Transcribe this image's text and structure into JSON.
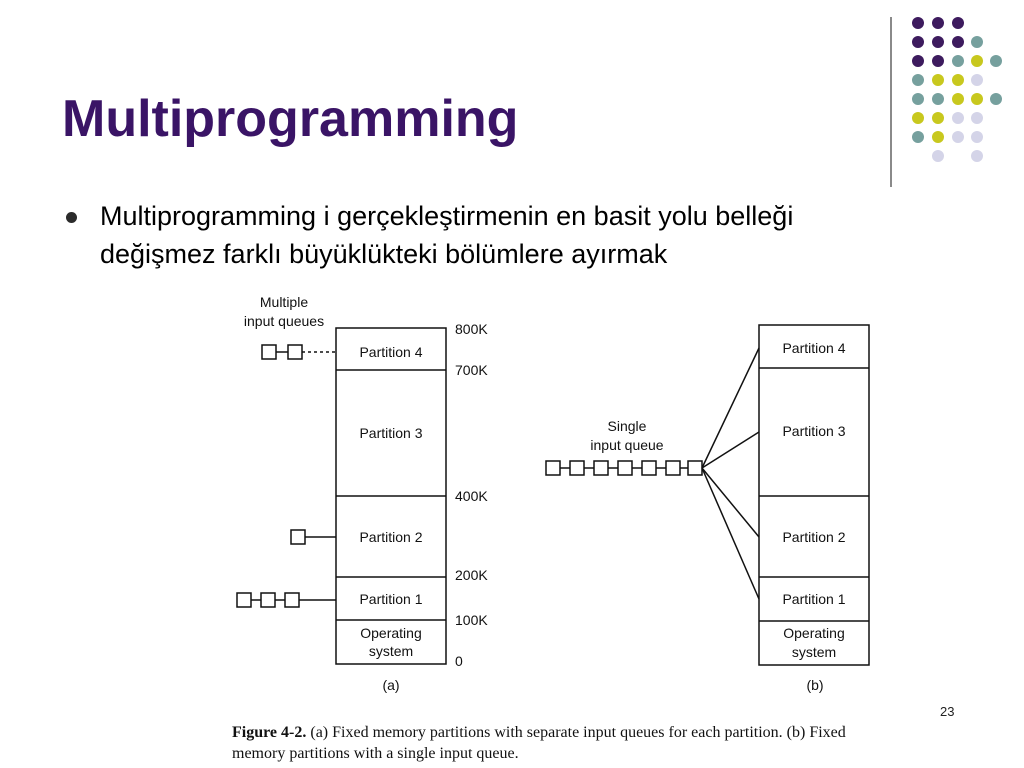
{
  "slide": {
    "title": "Multiprogramming",
    "bullet": "Multiprogramming i gerçekleştirmenin en basit yolu belleği değişmez farklı büyüklükteki bölümlere ayırmak",
    "slide_number": "23"
  },
  "theme": {
    "title_color": "#3a1466",
    "dot_colors": {
      "purple": "#3d1b5e",
      "teal": "#76a09e",
      "yellow": "#c8c81e",
      "lavender": "#d4d4e8"
    }
  },
  "diagram_a": {
    "queues_label_line1": "Multiple",
    "queues_label_line2": "input queues",
    "partitions": {
      "p4": "Partition 4",
      "p3": "Partition 3",
      "p2": "Partition 2",
      "p1": "Partition 1",
      "os_line1": "Operating",
      "os_line2": "system"
    },
    "addresses": {
      "a800": "800K",
      "a700": "700K",
      "a400": "400K",
      "a200": "200K",
      "a100": "100K",
      "a0": "0"
    },
    "label": "(a)"
  },
  "diagram_b": {
    "queue_label_line1": "Single",
    "queue_label_line2": "input queue",
    "partitions": {
      "p4": "Partition 4",
      "p3": "Partition 3",
      "p2": "Partition 2",
      "p1": "Partition 1",
      "os_line1": "Operating",
      "os_line2": "system"
    },
    "label": "(b)"
  },
  "caption": {
    "figure_label": "Figure 4-2.",
    "text": "(a) Fixed memory partitions with separate input queues for each partition. (b) Fixed memory partitions with a single input queue."
  }
}
